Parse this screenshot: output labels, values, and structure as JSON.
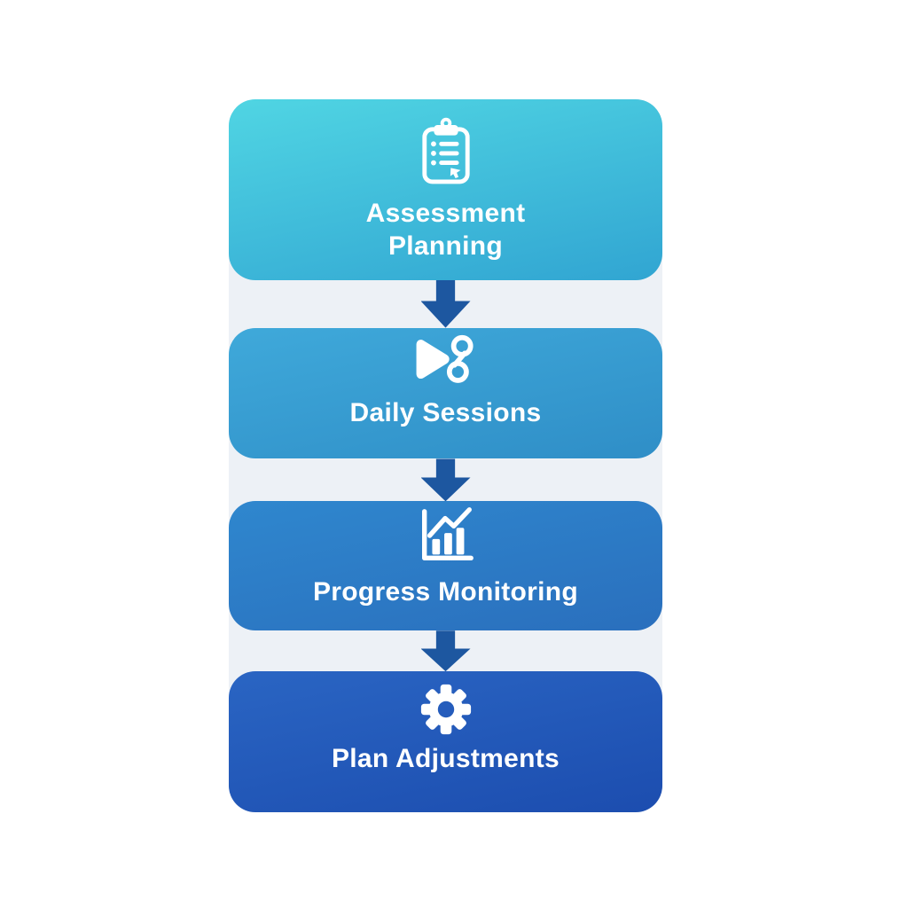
{
  "page": {
    "background_color": "#ffffff"
  },
  "diagram": {
    "track_color": "#edf1f6",
    "arrow_color": "#1d57a0",
    "label_color": "#ffffff",
    "icon_color": "#ffffff",
    "steps": [
      {
        "label": "Assessment\nPlanning",
        "icon": "clipboard-checklist-icon",
        "gradient_top": "#50d5e3",
        "gradient_bottom": "#31a5d2"
      },
      {
        "label": "Daily Sessions",
        "icon": "play-sessions-icon",
        "gradient_top": "#3fa9da",
        "gradient_bottom": "#2f8ec7"
      },
      {
        "label": "Progress Monitoring",
        "icon": "bar-chart-trend-icon",
        "gradient_top": "#2f87ce",
        "gradient_bottom": "#2a6fbd"
      },
      {
        "label": "Plan Adjustments",
        "icon": "gear-icon",
        "gradient_top": "#2a65c3",
        "gradient_bottom": "#1c4daf"
      }
    ]
  }
}
